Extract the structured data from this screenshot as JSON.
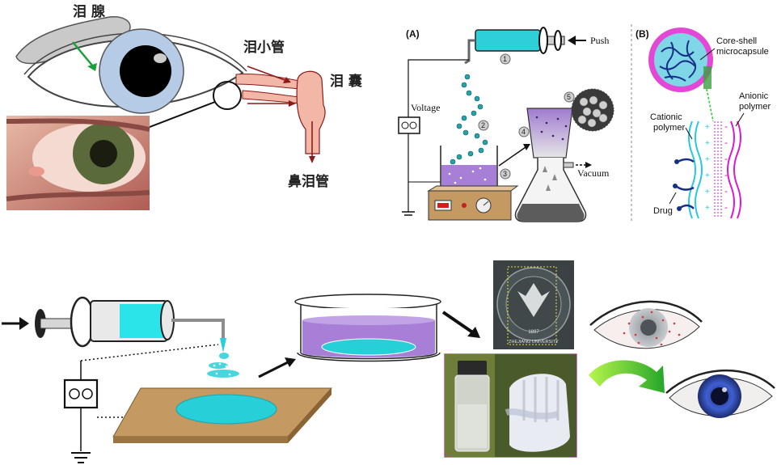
{
  "anatomy": {
    "lacrimal_gland": "泪 腺",
    "canaliculus": "泪小管",
    "lacrimal_sac": "泪 囊",
    "nasolacrimal_duct": "鼻泪管"
  },
  "panel_a": {
    "label": "(A)",
    "push": "Push",
    "voltage": "Voltage",
    "vacuum": "Vacuum",
    "steps": [
      "1",
      "2",
      "3",
      "4",
      "5"
    ]
  },
  "panel_b": {
    "label": "(B)",
    "core_shell": "Core-shell",
    "microcapsule": "microcapsule",
    "cationic": "Cationic",
    "cationic2": "polymer",
    "anionic": "Anionic",
    "anionic2": "polymer",
    "drug": "Drug"
  },
  "photo_text": {
    "university": "ZHEJIANG UNIVERSITY",
    "year": "1897"
  },
  "colors": {
    "cyan": "#27d0d8",
    "purple": "#a77fd6",
    "magenta": "#d81cc9",
    "wood": "#c59a62",
    "dark_red": "#8b1a1a"
  }
}
